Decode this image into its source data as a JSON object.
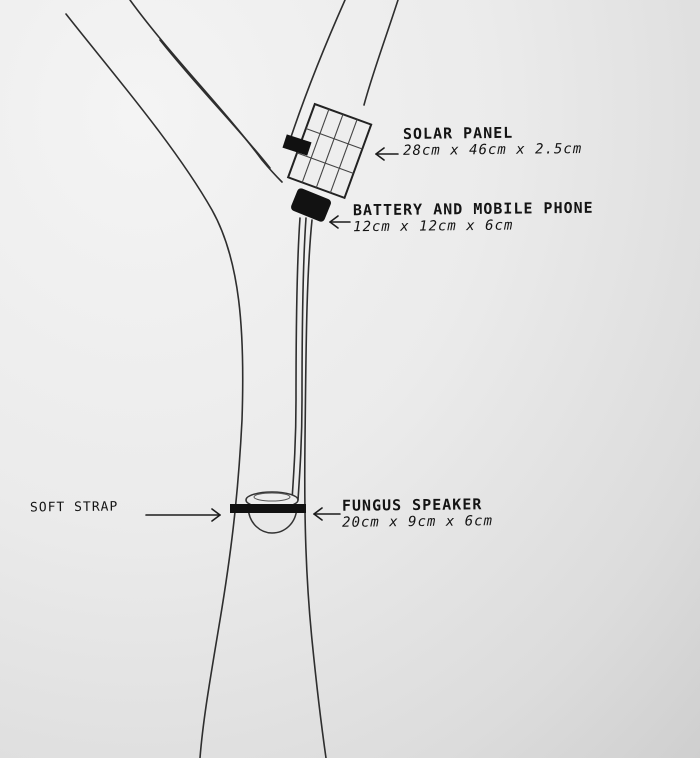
{
  "labels": {
    "solar_panel": {
      "title": "SOLAR PANEL",
      "dims": "28cm x 46cm x 2.5cm"
    },
    "battery": {
      "title": "BATTERY AND MOBILE PHONE",
      "dims": "12cm x 12cm x 6cm"
    },
    "fungus_speaker": {
      "title": "FUNGUS SPEAKER",
      "dims": "20cm x 9cm x 6cm"
    },
    "soft_strap": {
      "title": "SOFT STRAP"
    }
  },
  "colors": {
    "paper": "#e9e9e9",
    "pencil": "#2a2a2a",
    "ink": "#141414"
  }
}
